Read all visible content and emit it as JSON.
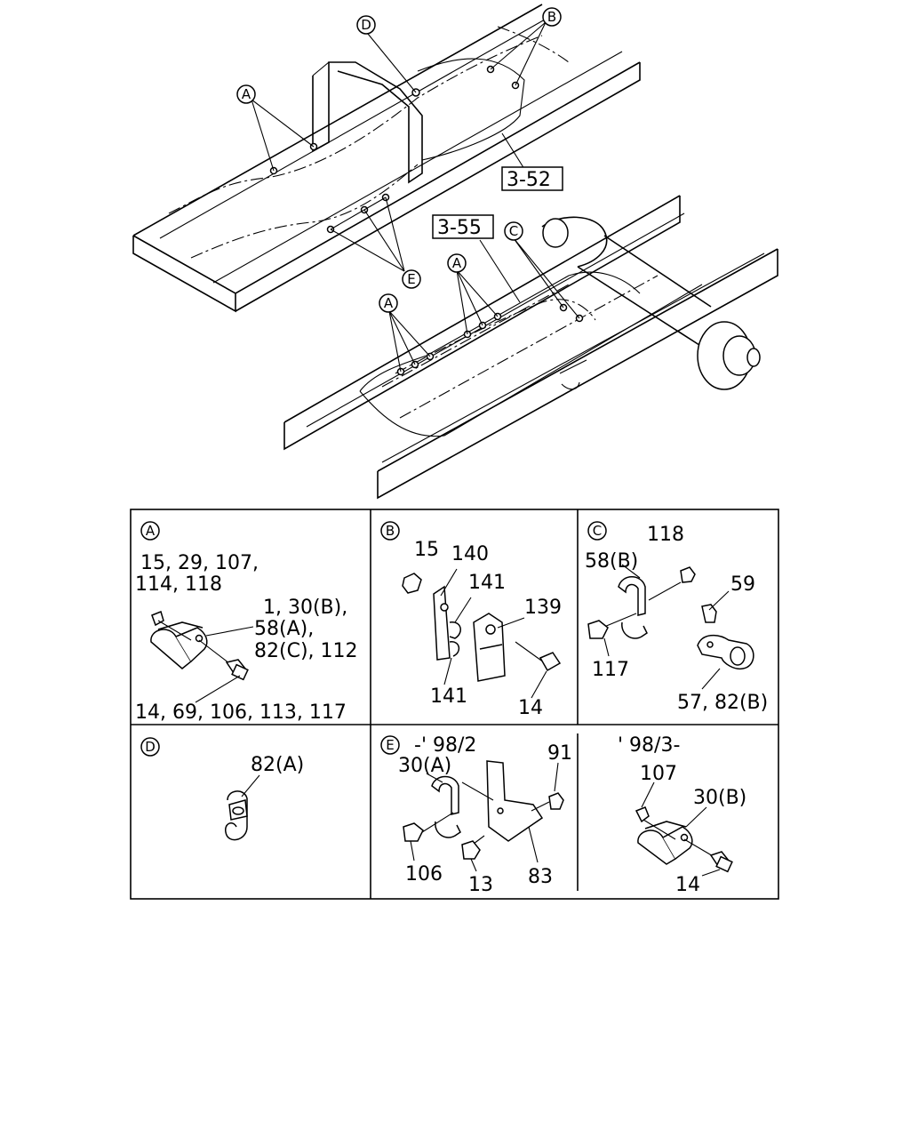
{
  "overview": {
    "callouts": {
      "a1": "A",
      "a2": "A",
      "a3": "A",
      "b": "B",
      "c": "C",
      "d": "D",
      "e": "E"
    },
    "refs": {
      "r352": "3-52",
      "r355": "3-55"
    }
  },
  "panels": {
    "A": {
      "letter": "A",
      "labels": {
        "l1": "15, 29, 107,",
        "l2": "114, 118",
        "l3": "1, 30(B),",
        "l4": "58(A),",
        "l5": "82(C), 112",
        "l6": "14, 69, 106, 113, 117"
      }
    },
    "B": {
      "letter": "B",
      "labels": {
        "l1": "15",
        "l2": "140",
        "l3": "141",
        "l4": "139",
        "l5": "141",
        "l6": "14"
      }
    },
    "C": {
      "letter": "C",
      "labels": {
        "l1": "118",
        "l2": "58(B)",
        "l3": "59",
        "l4": "117",
        "l5": "57, 82(B)"
      }
    },
    "D": {
      "letter": "D",
      "labels": {
        "l1": "82(A)"
      }
    },
    "E": {
      "letter": "E",
      "range1": "-' 98/2",
      "range2": "' 98/3-",
      "labels": {
        "l1": "30(A)",
        "l2": "91",
        "l3": "106",
        "l4": "13",
        "l5": "83",
        "l6": "107",
        "l7": "30(B)",
        "l8": "14"
      }
    }
  }
}
